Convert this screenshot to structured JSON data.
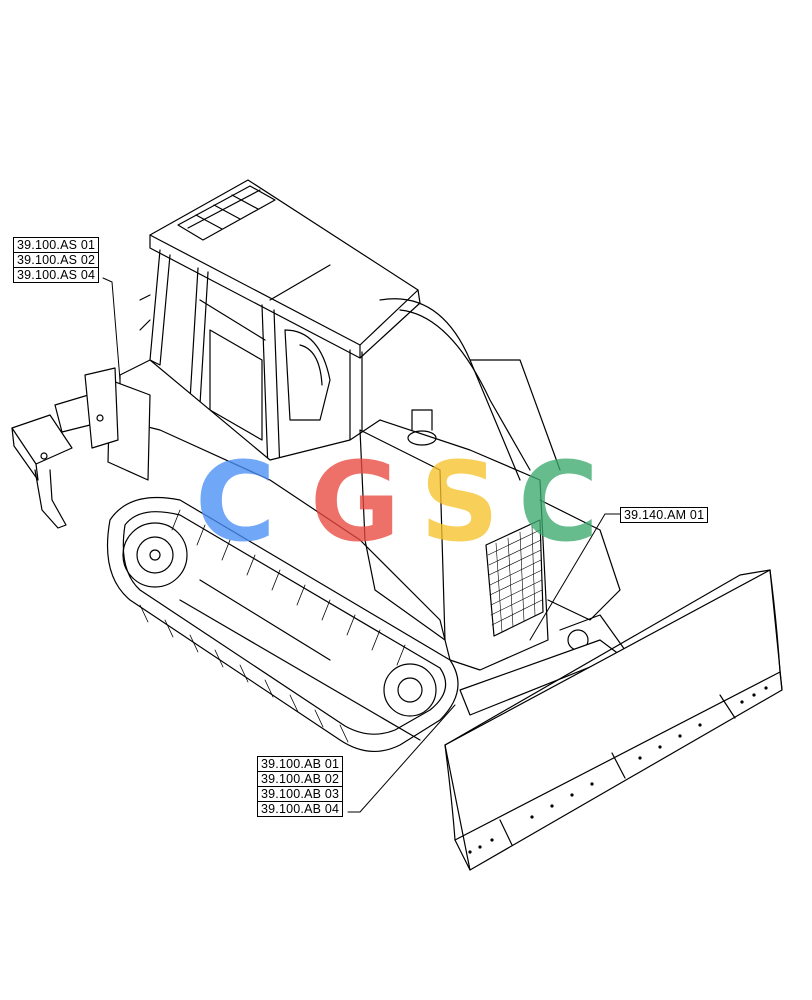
{
  "callouts": {
    "rear_left": [
      "39.100.AS 01",
      "39.100.AS 02",
      "39.100.AS 04"
    ],
    "front_bottom": [
      "39.100.AB 01",
      "39.100.AB 02",
      "39.100.AB 03",
      "39.100.AB 04"
    ],
    "right_side": [
      "39.140.AM 01"
    ]
  },
  "watermark": {
    "letters": [
      "C",
      "G",
      "S",
      "C"
    ],
    "colors": [
      "#4a8ff5",
      "#ea4a3f",
      "#f7c22b",
      "#3daa6f"
    ]
  }
}
